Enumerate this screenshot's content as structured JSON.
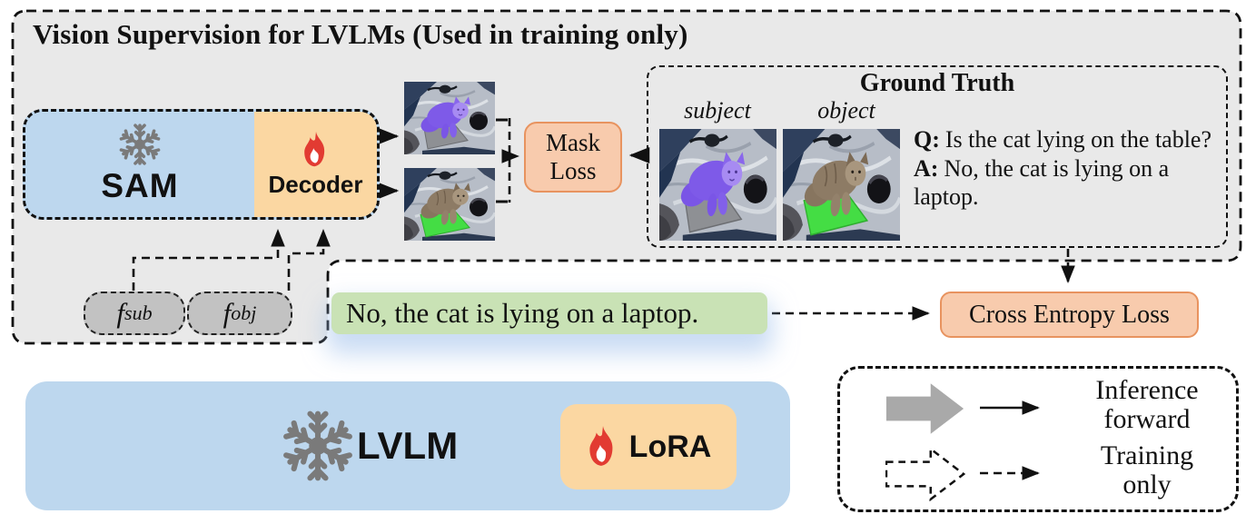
{
  "diagram_title": "Vision Supervision for LVLMs (Used in training only)",
  "sam_module": {
    "label": "SAM",
    "state": "frozen"
  },
  "decoder_module": {
    "label": "Decoder",
    "state": "trainable"
  },
  "mask_loss": {
    "line1": "Mask",
    "line2": "Loss"
  },
  "ground_truth": {
    "title": "Ground Truth",
    "subject_label": "subject",
    "object_label": "object",
    "question_prefix": "Q:",
    "question": "Is the cat lying on the table?",
    "answer_prefix": "A:",
    "answer": "No, the cat is lying on a laptop."
  },
  "feature_tokens": {
    "f_sub": {
      "base": "f",
      "subscript": "sub"
    },
    "f_obj": {
      "base": "f",
      "subscript": "obj"
    }
  },
  "lvlm_output": {
    "text": "No, the cat is lying on a laptop."
  },
  "cross_entropy_loss": {
    "label": "Cross Entropy Loss"
  },
  "lvlm_module": {
    "label": "LVLM",
    "state": "frozen"
  },
  "lora_module": {
    "label": "LoRA",
    "state": "trainable"
  },
  "legend": {
    "inference": {
      "line1": "Inference",
      "line2": "forward"
    },
    "training": {
      "line1": "Training",
      "line2": "only"
    }
  },
  "icons": {
    "frozen": "snowflake-icon",
    "trainable": "fire-icon",
    "inference_arrow": "solid-block-arrow-icon",
    "training_arrow": "dashed-block-arrow-icon"
  },
  "colors": {
    "container_gray": "#e9e9e9",
    "frozen_blue": "#bdd7ee",
    "trainable_orange": "#fbd7a2",
    "loss_fill": "#f8cbad",
    "loss_border": "#e8935f",
    "answer_green": "#c9e2b5",
    "token_gray": "#c2c2c2",
    "subject_mask_purple": "#7e5ae8",
    "object_mask_green": "#44dd44",
    "snowflake_gray": "#7a7a7a",
    "fire_red": "#e23b32"
  }
}
